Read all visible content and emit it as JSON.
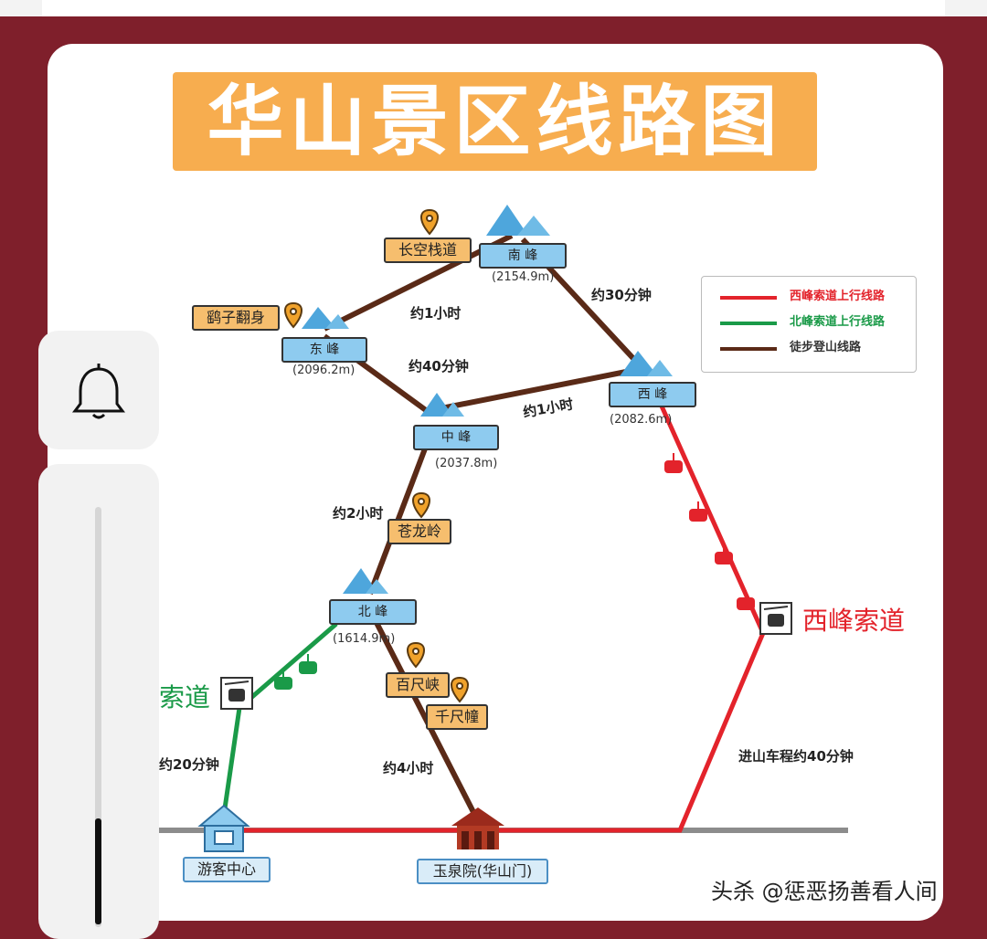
{
  "title": "华山景区线路图",
  "peaks": {
    "south": {
      "name": "南 峰",
      "elevation": "(2154.9m)"
    },
    "east": {
      "name": "东 峰",
      "elevation": "(2096.2m)"
    },
    "west": {
      "name": "西 峰",
      "elevation": "(2082.6m)"
    },
    "middle": {
      "name": "中 峰",
      "elevation": "(2037.8m)"
    },
    "north": {
      "name": "北 峰",
      "elevation": "(1614.9m)"
    }
  },
  "spots": {
    "changkong": "长空栈道",
    "yaozi": "鹞子翻身",
    "canglong": "苍龙岭",
    "baichi": "百尺峡",
    "qianchi": "千尺幢"
  },
  "bases": {
    "visitor": "游客中心",
    "yuquan": "玉泉院(华山门)"
  },
  "times": {
    "t1": "约1小时",
    "t30": "约30分钟",
    "t40": "约40分钟",
    "t1b": "约1小时",
    "t2": "约2小时",
    "t20": "约20分钟",
    "t4": "约4小时",
    "drive": "进山车程约40分钟"
  },
  "legend": [
    {
      "label": "西峰索道上行线路",
      "color": "#e3232b"
    },
    {
      "label": "北峰索道上行线路",
      "color": "#1a9a48"
    },
    {
      "label": "徒步登山线路",
      "color": "#5a2a17"
    }
  ],
  "cableways": {
    "west": "西峰索道",
    "north": "索道"
  },
  "watermark": "头杀 @惩恶扬善看人间",
  "colors": {
    "red": "#e3232b",
    "green": "#1a9a48",
    "brown": "#5a2a17",
    "title_bg": "#f7ad4f",
    "frame": "#7f1f2b"
  },
  "icons": [
    "bell-icon",
    "mountain-icon",
    "location-pin-icon",
    "cable-car-icon",
    "visitor-center-icon",
    "temple-gate-icon"
  ]
}
